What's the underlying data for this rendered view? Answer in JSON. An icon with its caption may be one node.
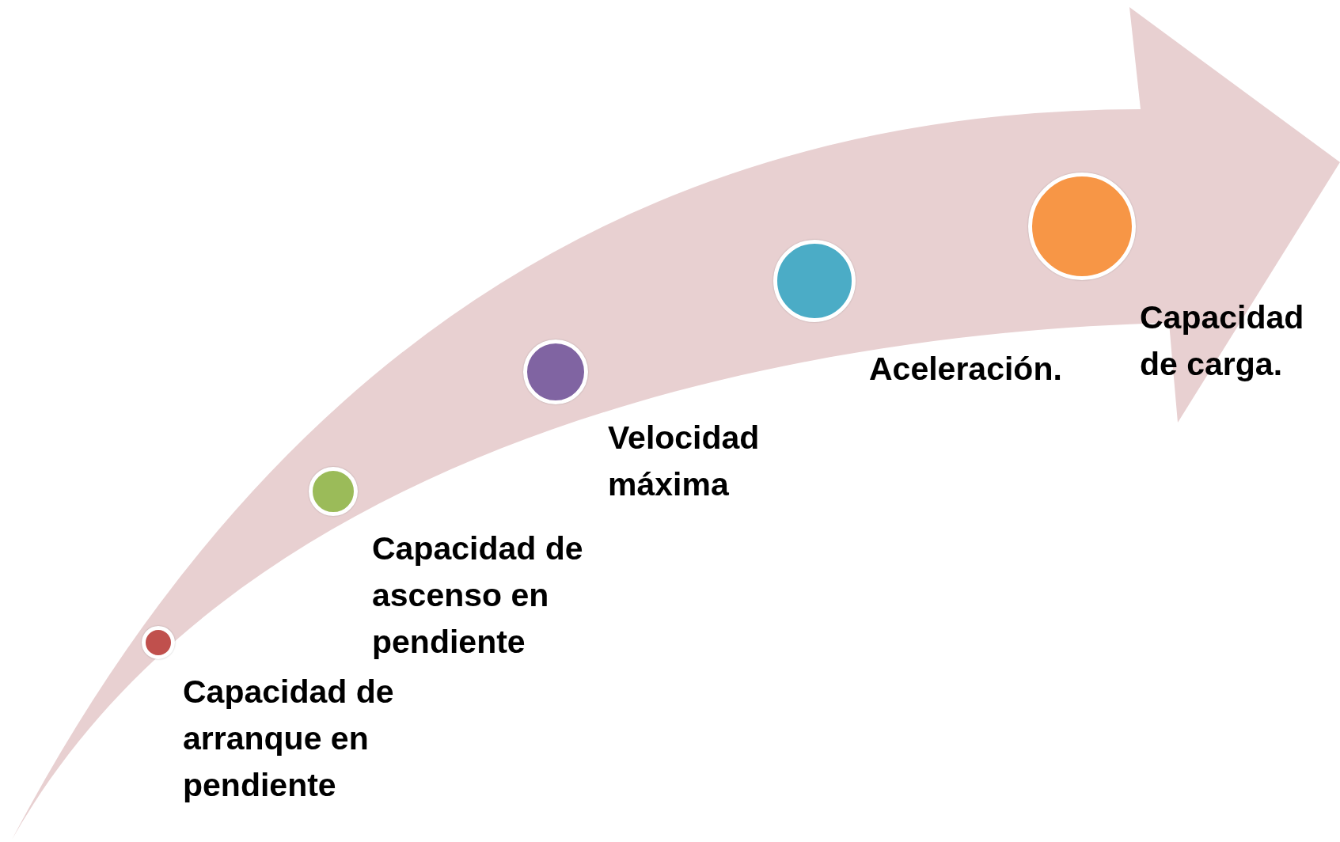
{
  "diagram": {
    "nodes": [
      {
        "text": [
          "Capacidad de arranque en pendiente"
        ]
      },
      {
        "text": [
          "Capacidad de ascenso en pendiente"
        ]
      },
      {
        "text": [
          "Velocidad máxima"
        ]
      },
      {
        "text": [
          "Aceleración."
        ]
      },
      {
        "text": [
          "Capacidad de carga."
        ]
      }
    ]
  }
}
